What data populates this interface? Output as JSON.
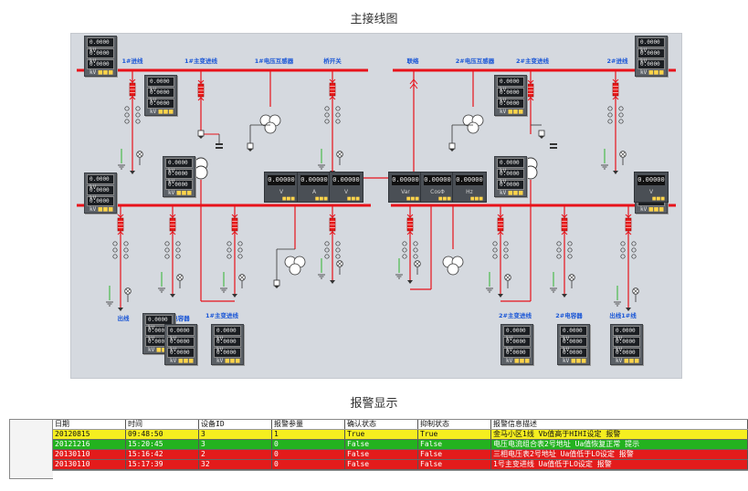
{
  "titles": {
    "diagram": "主接线图",
    "alarm": "报警显示"
  },
  "labels": {
    "top": [
      "1#进线",
      "1#主变进线",
      "1#电压互感器",
      "桥开关",
      "联络",
      "2#电压互感器",
      "2#主变进线",
      "2#进线"
    ],
    "bottom": [
      "出线",
      "1#电容器",
      "1#主变进线",
      "2#主变进线",
      "2#电容器",
      "出线1#线"
    ]
  },
  "meter_value": "0.0000",
  "meter_unit": "kV",
  "panels": [
    {
      "value": "0.00000",
      "unit": "V"
    },
    {
      "value": "0.00000",
      "unit": "A"
    },
    {
      "value": "0.00000",
      "unit": "V"
    },
    {
      "value": "0.00000",
      "unit": "Var"
    },
    {
      "value": "0.00000",
      "unit": "CosΦ"
    },
    {
      "value": "0.00000",
      "unit": "Hz"
    },
    {
      "value": "0.00000",
      "unit": "V"
    }
  ],
  "colors": {
    "bus": "#e8121a",
    "line": "#e8121a",
    "device": "#333333",
    "green": "#2fb52f",
    "yellow": "#f2ef1a",
    "red": "#e81a1a",
    "label": "#1a56d6"
  },
  "alarm_table": {
    "columns": [
      "日期",
      "时间",
      "设备ID",
      "报警参量",
      "确认状态",
      "抑制状态",
      "报警信息描述"
    ],
    "rows": [
      {
        "cells": [
          "20120815",
          "09:48:50",
          "3",
          "1",
          "True",
          "True",
          "金马小区1线 Vb值高于HIHI设定  报警"
        ],
        "color": "#f5ee1f"
      },
      {
        "cells": [
          "20121216",
          "15:20:45",
          "3",
          "0",
          "False",
          "False",
          "电压电流组合表2号地址 Ua值恢复正常  提示"
        ],
        "color": "#23b21f"
      },
      {
        "cells": [
          "20130110",
          "15:16:42",
          "2",
          "0",
          "False",
          "False",
          "三相电压表2号地址 Ua值低于LO设定  报警"
        ],
        "color": "#e31b1b"
      },
      {
        "cells": [
          "20130110",
          "15:17:39",
          "32",
          "0",
          "False",
          "False",
          "1号主变进线 Ua值低于LO设定  报警"
        ],
        "color": "#e31b1b"
      }
    ]
  }
}
